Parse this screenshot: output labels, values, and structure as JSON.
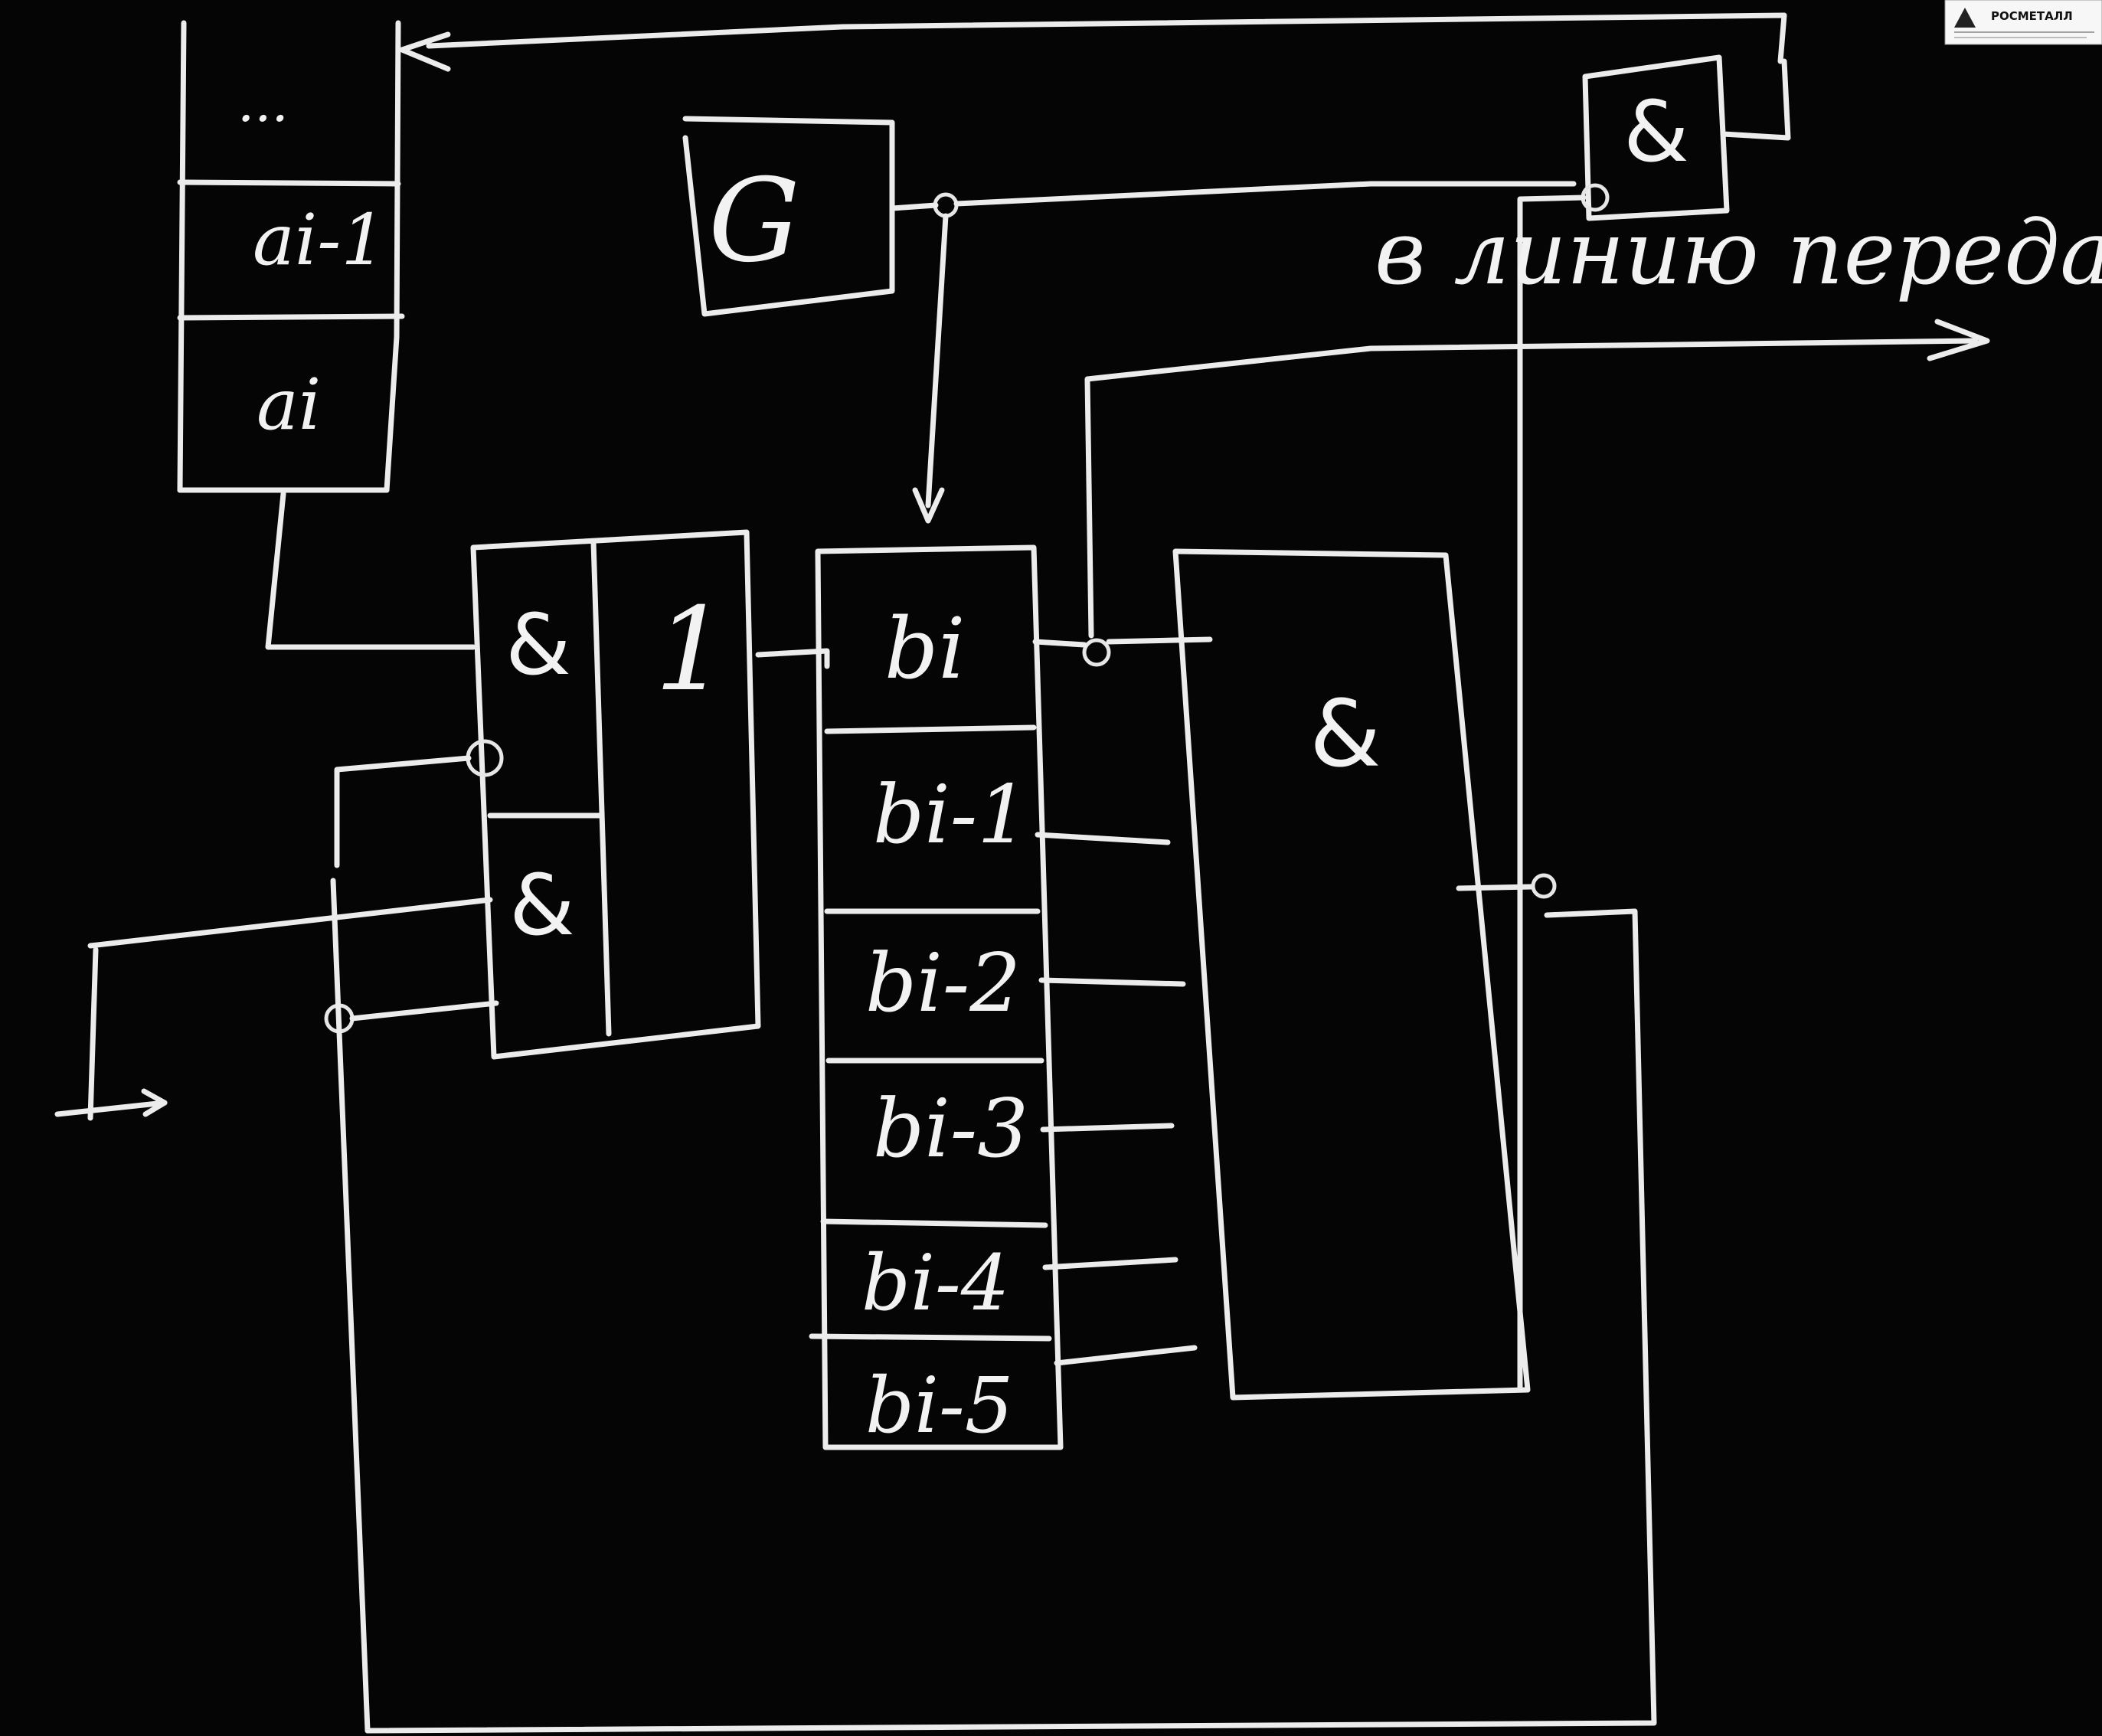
{
  "brand": {
    "name": "РОСМЕТАЛЛ"
  },
  "shift_register_a": {
    "dots": "...",
    "cell_upper": "ai-1",
    "cell_lower": "ai"
  },
  "generator": {
    "label": "G"
  },
  "gates": {
    "and_top_right": "&",
    "and_upper": "&",
    "and_lower": "&",
    "or_gate": "1",
    "and_large": "&"
  },
  "register_b": {
    "cells": [
      "bi",
      "bi-1",
      "bi-2",
      "bi-3",
      "bi-4",
      "bi-5"
    ]
  },
  "output_caption": "в линию передачи",
  "colors": {
    "board": "#050505",
    "chalk": "#ececec"
  }
}
